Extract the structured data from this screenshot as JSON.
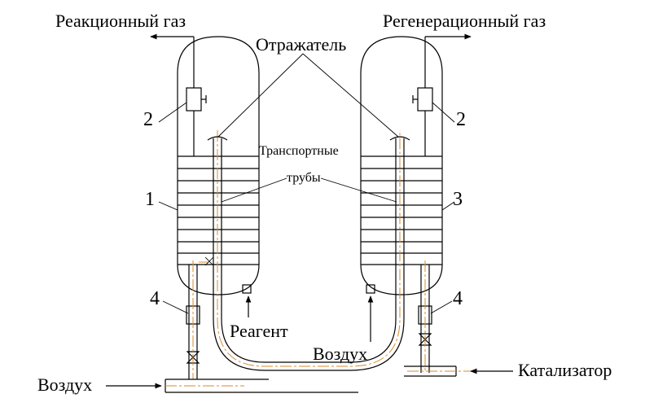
{
  "labels": {
    "reaction_gas": "Реакционный газ",
    "regeneration_gas": "Регенерационный газ",
    "reflector": "Отражатель",
    "transport_tubes_1": "Транспортные",
    "transport_tubes_2": "трубы",
    "reagent": "Реагент",
    "air_center": "Воздух",
    "air_left": "Воздух",
    "catalyst": "Катализатор"
  },
  "numbers": {
    "n1": "1",
    "n2_left": "2",
    "n2_right": "2",
    "n3": "3",
    "n4_left": "4",
    "n4_right": "4"
  },
  "colors": {
    "line": "#000000",
    "accent": "#d98a2b"
  }
}
